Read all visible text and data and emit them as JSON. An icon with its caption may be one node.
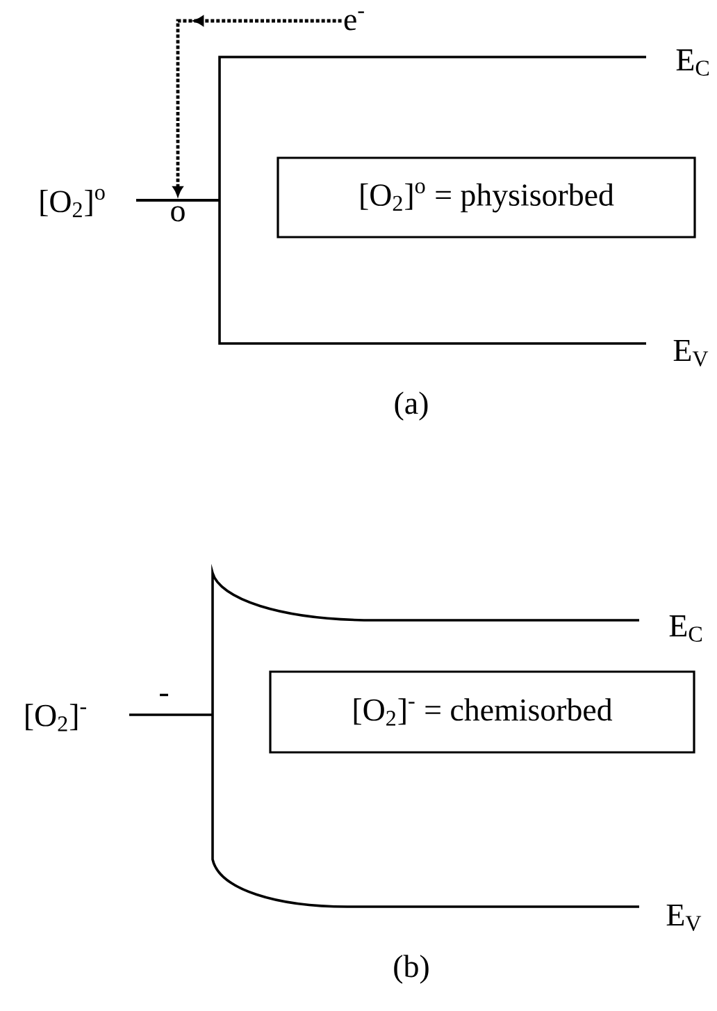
{
  "diagram": {
    "nodes": [
      {
        "text": [
          "e$^{-}$"
        ]
      },
      {
        "text": [],
        "shape": "bar",
        "beside": [
          "o"
        ]
      },
      {
        "text": [
          "[O$_{2}$]$^{o}$ = physisorbed"
        ]
      },
      {
        "text": [
          "[O$_{2}$]$^{-}$ = chemisorbed"
        ]
      }
    ],
    "edges": [
      {
        "from": 0,
        "to": 1,
        "arrow": "to",
        "style": "dashed"
      }
    ],
    "labels": [
      "[O$_{2}$]$^{o}$",
      "E$_{C}$",
      "E$_{V}$",
      "(a)",
      "[O$_{2}$]$^{-}$",
      "-",
      "E$_{C}$",
      "E$_{V}$",
      "(b)"
    ]
  }
}
